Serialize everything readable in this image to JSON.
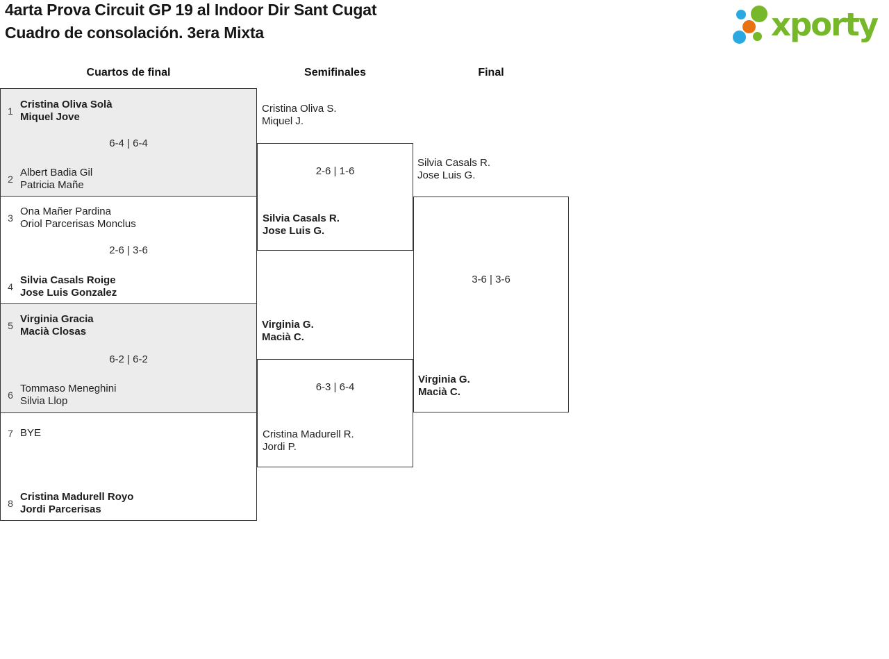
{
  "page": {
    "title_line1": "4arta Prova Circuit GP 19 al Indoor Dir Sant Cugat",
    "title_line2": "Cuadro de consolación. 3era Mixta"
  },
  "logo": {
    "wordmark": "xporty",
    "colors": {
      "green": "#76b829",
      "blue": "#29a9e0",
      "orange": "#e87211"
    }
  },
  "round_headers": {
    "quarterfinals": "Cuartos de final",
    "semifinals": "Semifinales",
    "final": "Final"
  },
  "bracket": {
    "quarterfinals": [
      {
        "seed_top": "1",
        "team_top": [
          "Cristina Oliva Solà",
          "Miquel Jove"
        ],
        "score": "6-4 | 6-4",
        "seed_bottom": "2",
        "team_bottom": [
          "Albert Badia Gil",
          "Patricia Mañe"
        ]
      },
      {
        "seed_top": "3",
        "team_top": [
          "Ona Mañer Pardina",
          "Oriol Parcerisas Monclus"
        ],
        "score": "2-6 | 3-6",
        "seed_bottom": "4",
        "team_bottom": [
          "Silvia Casals Roige",
          "Jose Luis Gonzalez"
        ]
      },
      {
        "seed_top": "5",
        "team_top": [
          "Virginia Gracia",
          "Macià Closas"
        ],
        "score": "6-2 | 6-2",
        "seed_bottom": "6",
        "team_bottom": [
          "Tommaso Meneghini",
          "Silvia Llop"
        ]
      },
      {
        "seed_top": "7",
        "team_top": [
          "BYE"
        ],
        "seed_bottom": "8",
        "team_bottom": [
          "Cristina Madurell Royo",
          "Jordi Parcerisas"
        ]
      }
    ],
    "semifinals": [
      {
        "team_top": [
          "Cristina Oliva S.",
          "Miquel J."
        ],
        "score": "2-6 | 1-6",
        "team_bottom": [
          "Silvia Casals R.",
          "Jose Luis G."
        ]
      },
      {
        "team_top": [
          "Virginia G.",
          "Macià C."
        ],
        "score": "6-3 | 6-4",
        "team_bottom": [
          "Cristina Madurell R.",
          "Jordi P."
        ]
      }
    ],
    "final": {
      "team_top": [
        "Silvia Casals R.",
        "Jose Luis G."
      ],
      "score": "3-6 | 3-6",
      "winner": [
        "Virginia G.",
        "Macià C."
      ]
    }
  }
}
